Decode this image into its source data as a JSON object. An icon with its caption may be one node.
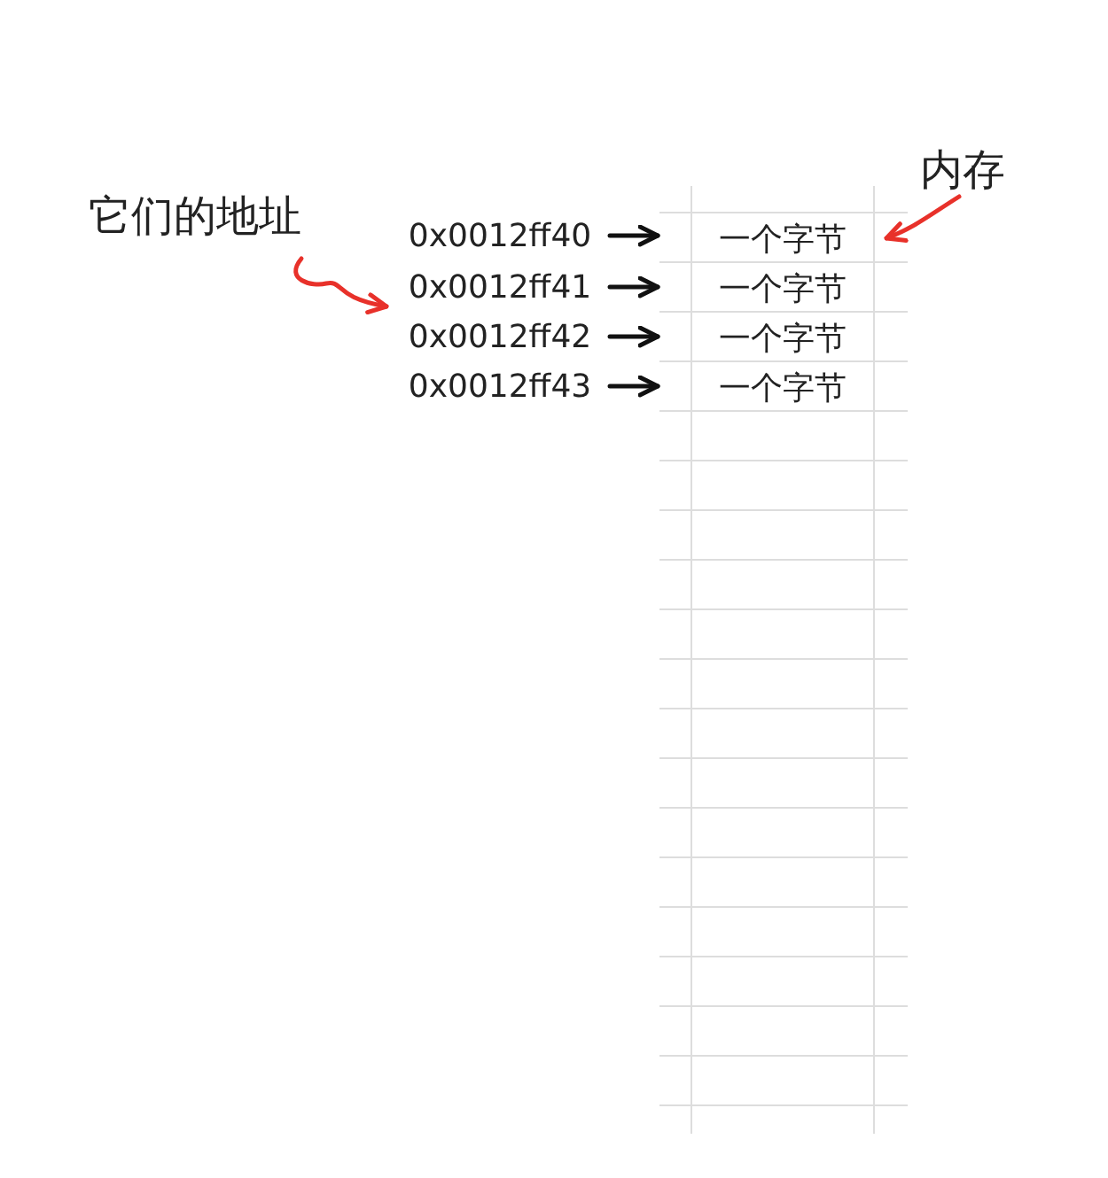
{
  "diagram": {
    "nodes": [
      {
        "text": [
          "它们的地址"
        ]
      },
      {
        "text": [
          "内存"
        ]
      },
      {
        "text": [
          "0x0012ff40"
        ]
      },
      {
        "text": [
          "0x0012ff41"
        ]
      },
      {
        "text": [
          "0x0012ff42"
        ]
      },
      {
        "text": [
          "0x0012ff43"
        ]
      },
      {
        "text": [
          "一个字节"
        ]
      },
      {
        "text": [
          "一个字节"
        ]
      },
      {
        "text": [
          "一个字节"
        ]
      },
      {
        "text": [
          "一个字节"
        ]
      }
    ],
    "edges": [
      {
        "from": 0,
        "to": 3,
        "arrow": "to",
        "color": "#e8312a"
      },
      {
        "from": 1,
        "to": 6,
        "arrow": "to",
        "color": "#e8312a"
      },
      {
        "from": 2,
        "to": 6,
        "arrow": "to"
      },
      {
        "from": 3,
        "to": 7,
        "arrow": "to"
      },
      {
        "from": 4,
        "to": 8,
        "arrow": "to"
      },
      {
        "from": 5,
        "to": 9,
        "arrow": "to"
      }
    ]
  }
}
